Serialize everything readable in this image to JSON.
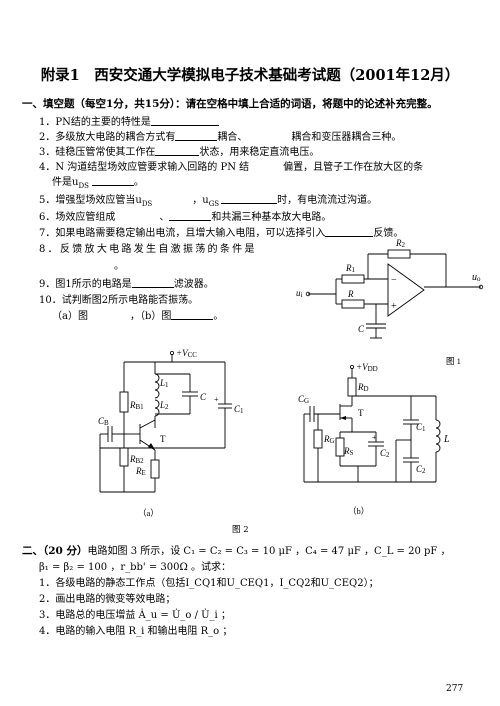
{
  "title": "附录1　西安交通大学模拟电子技术基础考试题（2001年12月）",
  "section1": {
    "header": "一、填空题（每空1分，共15分）：请在空格中填上合适的词语，将题中的论述补充完整。",
    "q1": {
      "pre": "1．PN结的主要的特性是"
    },
    "q2": {
      "pre": "2．多级放大电路的耦合方式有",
      "mid": "耦合、",
      "post": "耦合和变压器耦合三种。"
    },
    "q3": {
      "pre": "3．硅稳压管常使其工作在",
      "post": "状态，用来稳定直流电压。"
    },
    "q4": {
      "pre": "4．N 沟道结型场效应管要求输入回路的 PN 结",
      "post": "偏置，且管子工作在放大区的条",
      "line2_pre": "件是u",
      "line2_sub": "DS",
      "line2_post": "。"
    },
    "q5": {
      "pre": "5．增强型场效应管当u",
      "sub1": "DS",
      "mid": "，u",
      "sub2": "GS",
      "post": "时，有电流流过沟道。"
    },
    "q6": {
      "pre": "6．场效应管组成",
      "mid": "、",
      "post": "和共漏三种基本放大电路。"
    },
    "q7": {
      "pre": "7．如果电路需要稳定输出电流，且增大输入电阻，可以选择引入",
      "post": "反馈。"
    },
    "q8": {
      "text": "8．反馈放大电路发生自激振荡的条件是",
      "post": "。"
    },
    "q9": {
      "pre": "9．图1所示的电路是",
      "post": "滤波器。"
    },
    "q10": {
      "text": "10．试判断图2所示电路能否振荡。",
      "a": "（a）图",
      "b": "，（b）图",
      "post": "。"
    }
  },
  "fig1": {
    "caption": "图 1",
    "R2": "R",
    "R2sub": "2",
    "R1": "R",
    "R1sub": "1",
    "R": "R",
    "C": "C",
    "ui": "u",
    "uisub": "i",
    "uo": "u",
    "uosub": "o",
    "minus": "−",
    "plus": "+"
  },
  "fig2a": {
    "vcc": "+V",
    "vccsub": "CC",
    "L1": "L",
    "L1sub": "1",
    "L2": "L",
    "L2sub": "2",
    "C": "C",
    "C1": "C",
    "C1sub": "1",
    "RB1": "R",
    "RB1sub": "B1",
    "RB2": "R",
    "RB2sub": "B2",
    "RE": "R",
    "REsub": "E",
    "CB": "C",
    "CBsub": "B",
    "T": "T",
    "label": "（a）",
    "plus": "+"
  },
  "fig2b": {
    "vdd": "+V",
    "vddsub": "DD",
    "RD": "R",
    "RDsub": "D",
    "CG": "C",
    "CGsub": "G",
    "RG": "R",
    "RGsub": "G",
    "RS": "R",
    "RSsub": "S",
    "C2": "C",
    "C2sub": "2",
    "C1": "C",
    "C1sub": "1",
    "C2b": "C",
    "C2bsub": "2",
    "L": "L",
    "T": "T",
    "label": "（b）",
    "plus": "+"
  },
  "fig2caption": "图 2",
  "section2": {
    "header": "二、（20 分）",
    "line1": "电路如图 3 所示，设 C₁ = C₂ = C₃ = 10 μF ，C₄ = 47 μF ，C_L = 20 pF ，",
    "line2": "β₁ = β₂ = 100 ，r_bb' = 300Ω 。试求：",
    "i1": "1．各级电路的静态工作点（包括I_CQ1和U_CEQ1，I_CQ2和U_CEQ2）；",
    "i2": "2．画出电路的微变等效电路；",
    "i3": "3．电路总的电压增益 Ȧ_u = U̇_o / U̇_i ；",
    "i4": "4．电路的输入电阻 R_i 和输出电阻 R_o ；"
  },
  "page_number": "277"
}
